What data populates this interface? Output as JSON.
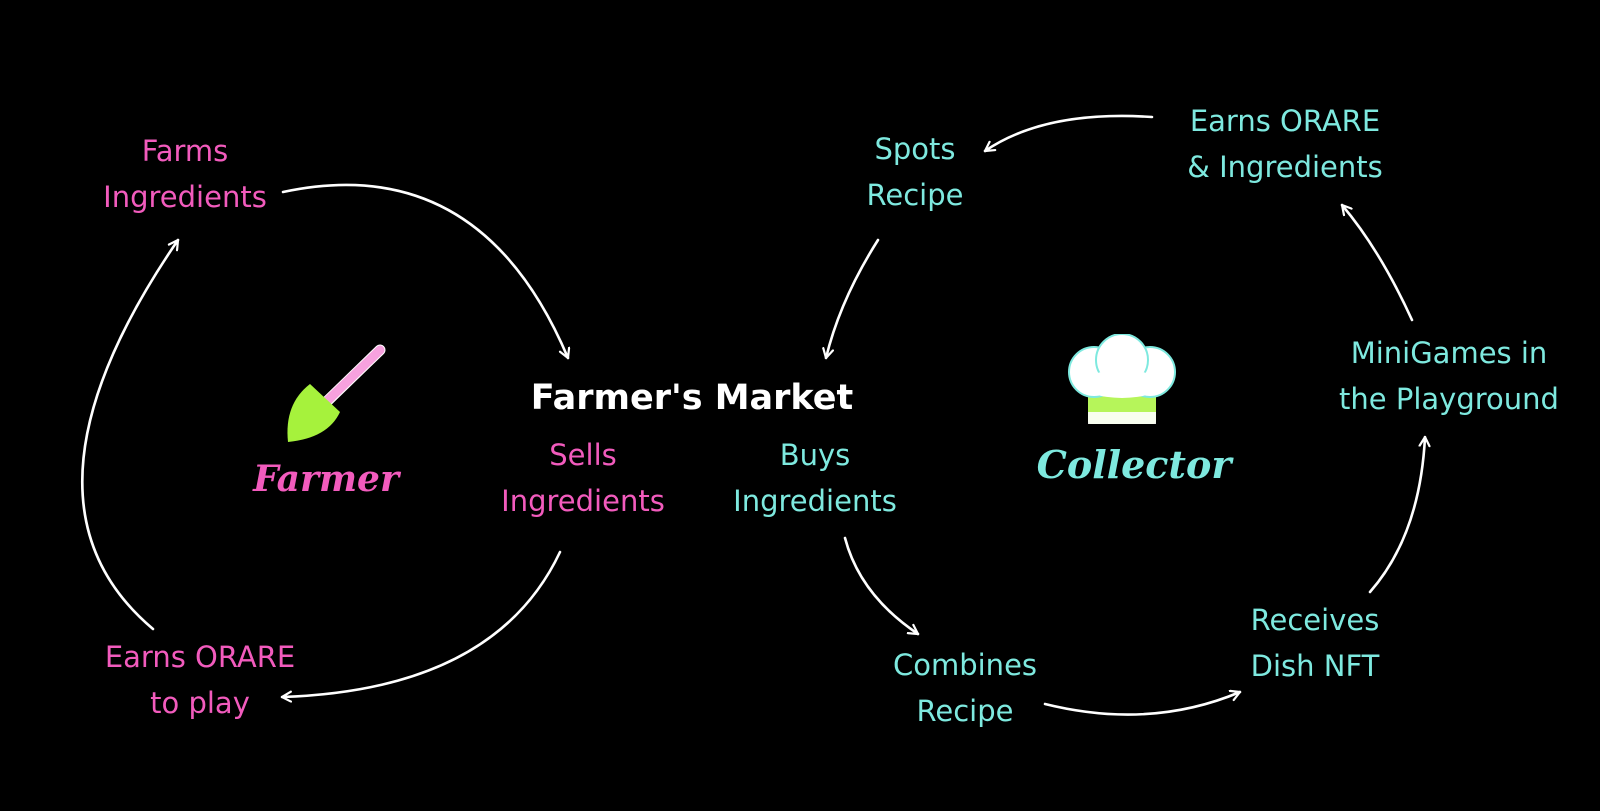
{
  "center": {
    "label": "Farmer's Market"
  },
  "farmer": {
    "role_label": "Farmer",
    "icon": "shovel-icon",
    "steps": {
      "farms_ingredients": [
        "Farms",
        "Ingredients"
      ],
      "sells_ingredients": [
        "Sells",
        "Ingredients"
      ],
      "earns_orare": [
        "Earns ORARE",
        "to play"
      ]
    }
  },
  "collector": {
    "role_label": "Collector",
    "icon": "chef-hat-icon",
    "steps": {
      "buys_ingredients": [
        "Buys",
        "Ingredients"
      ],
      "combines_recipe": [
        "Combines",
        "Recipe"
      ],
      "receives_dish": [
        "Receives",
        "Dish NFT"
      ],
      "minigames": [
        "MiniGames in",
        "the Playground"
      ],
      "earns_orare_ingredients": [
        "Earns ORARE",
        "& Ingredients"
      ],
      "spots_recipe": [
        "Spots",
        "Recipe"
      ]
    }
  },
  "colors": {
    "background": "#000000",
    "farmer_text": "#f25bbd",
    "collector_text": "#7ee9df",
    "market_text": "#ffffff",
    "arrow": "#ffffff",
    "shovel_blade": "#a6f23c",
    "shovel_handle": "#f7a1de",
    "hat_band": "#b6f55a"
  }
}
